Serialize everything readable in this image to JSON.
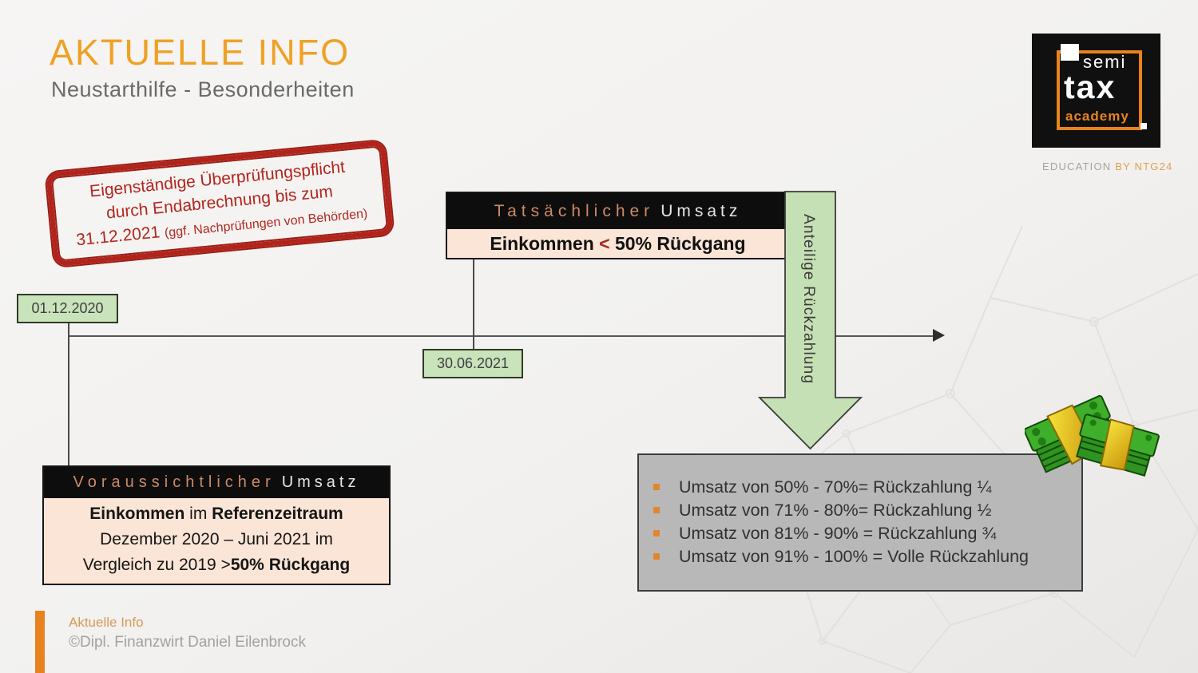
{
  "slide": {
    "title": "AKTUELLE INFO",
    "subtitle": "Neustarthilfe - Besonderheiten"
  },
  "stamp": {
    "line1": "Eigenständige Überprüfungspflicht",
    "line2": "durch Endabrechnung bis zum",
    "line3_date": "31.12.2021 ",
    "line3_note": "(ggf. Nachprüfungen von Behörden)"
  },
  "actual": {
    "header_accent": "Tatsächlicher",
    "header_rest": "Umsatz",
    "body_bold": "Einkommen ",
    "body_operator": "<",
    "body_rest": " 50% Rückgang"
  },
  "expected": {
    "header_accent": "Voraussichtlicher",
    "header_rest": "Umsatz",
    "l1_bold_a": "Einkommen",
    "l1_mid": " im ",
    "l1_bold_b": "Referenzeitraum",
    "l2": "Dezember 2020 – Juni 2021 im",
    "l3_pre": "Vergleich zu 2019 >",
    "l3_bold": "50% Rückgang"
  },
  "timeline": {
    "start_date": "01.12.2020",
    "end_date": "30.06.2021"
  },
  "down_arrow": {
    "label": "Anteilige Rückzahlung"
  },
  "repayment": {
    "items": [
      "Umsatz von 50% - 70%= Rückzahlung ¼",
      "Umsatz von 71% - 80%= Rückzahlung ½",
      "Umsatz von 81% - 90% = Rückzahlung ¾",
      "Umsatz von 91% - 100% = Volle Rückzahlung"
    ]
  },
  "logo": {
    "word_semi": "semi",
    "word_tax": "tax",
    "word_academy": "academy",
    "tagline_prefix": "EDUCATION ",
    "tagline_brand": "BY NTG24"
  },
  "footer": {
    "series": "Aktuelle Info",
    "copyright": "©Dipl. Finanzwirt Daniel Eilenbrock"
  },
  "colors": {
    "accent_orange": "#e8831d",
    "title_orange": "#efa125",
    "stamp_red": "#b1241c",
    "box_green": "#c9e3bb",
    "arrow_green": "#c5e0b4",
    "peach": "#fbe5d6",
    "panel_gray": "#b8b8b8",
    "header_black": "#0d0d0d",
    "header_tan": "#cd8a63"
  }
}
